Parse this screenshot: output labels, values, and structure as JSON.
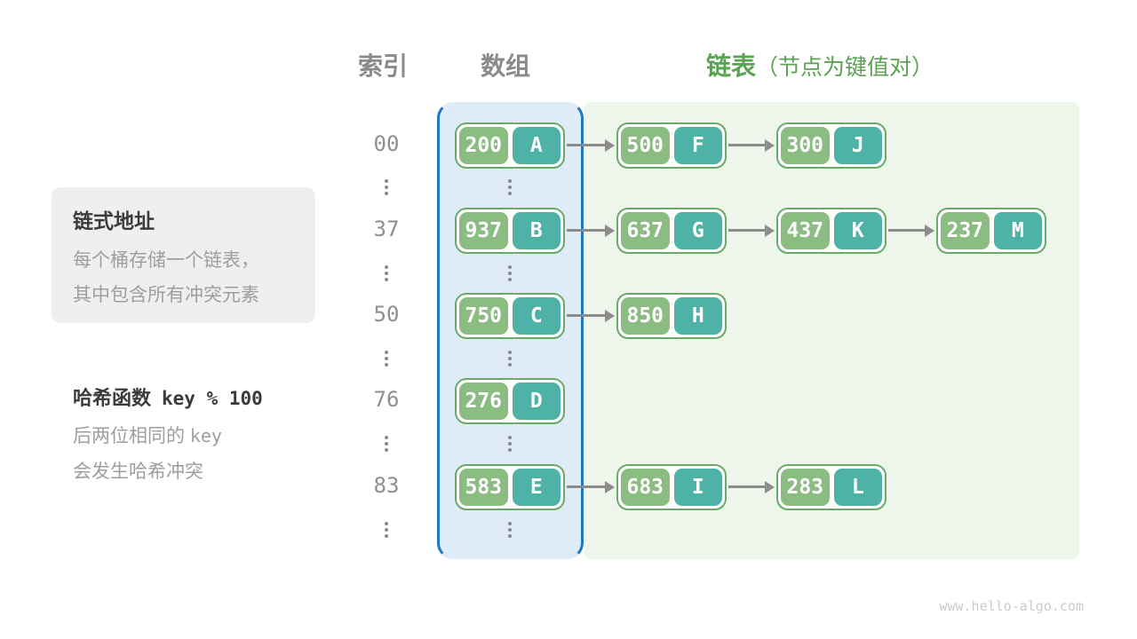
{
  "header": {
    "col_index": "索引",
    "col_array": "数组",
    "col_list": "链表",
    "col_list_note": "（节点为键值对）"
  },
  "annotations": {
    "card": {
      "title": "链式地址",
      "line1": "每个桶存储一个链表，",
      "line2": "其中包含所有冲突元素"
    },
    "hash": {
      "title": "哈希函数",
      "formula": "key % 100",
      "line1_prefix": "后两位相同的 ",
      "line1_mono": "key",
      "line2": "会发生哈希冲突"
    }
  },
  "buckets": [
    {
      "index": "00",
      "nodes": [
        {
          "key": "200",
          "value": "A"
        },
        {
          "key": "500",
          "value": "F"
        },
        {
          "key": "300",
          "value": "J"
        }
      ]
    },
    {
      "index": "37",
      "nodes": [
        {
          "key": "937",
          "value": "B"
        },
        {
          "key": "637",
          "value": "G"
        },
        {
          "key": "437",
          "value": "K"
        },
        {
          "key": "237",
          "value": "M"
        }
      ]
    },
    {
      "index": "50",
      "nodes": [
        {
          "key": "750",
          "value": "C"
        },
        {
          "key": "850",
          "value": "H"
        }
      ]
    },
    {
      "index": "76",
      "nodes": [
        {
          "key": "276",
          "value": "D"
        }
      ]
    },
    {
      "index": "83",
      "nodes": [
        {
          "key": "583",
          "value": "E"
        },
        {
          "key": "683",
          "value": "I"
        },
        {
          "key": "283",
          "value": "L"
        }
      ]
    }
  ],
  "watermark": "www.hello-algo.com",
  "colors": {
    "key_green": "#8bbc81",
    "value_teal": "#4eb2a7",
    "node_border_green": "#6aaa68",
    "array_panel_bg": "#dfebf6",
    "array_panel_border": "#2077c2",
    "list_panel_bg": "#eef5ea",
    "header_gray": "#8a8a8a",
    "header_green": "#5aa352",
    "arrow_gray": "#8b8b8b",
    "index_gray": "#8f8f8f",
    "card_bg": "#efefed",
    "dark_text": "#3b3b3b",
    "muted_text": "#9e9e9e",
    "watermark_gray": "#cccccc"
  }
}
